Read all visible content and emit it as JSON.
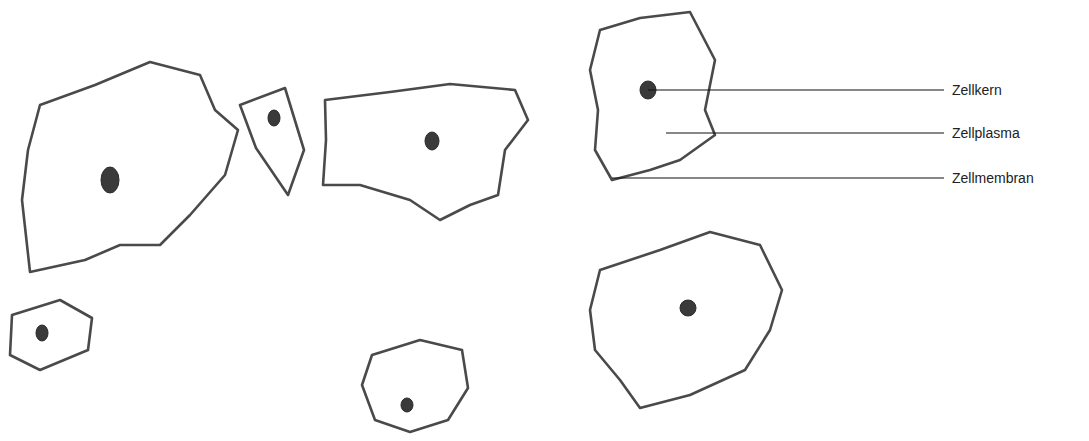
{
  "diagram": {
    "labels": [
      "Zellkern",
      "Zellplasma",
      "Zellmembran"
    ]
  }
}
